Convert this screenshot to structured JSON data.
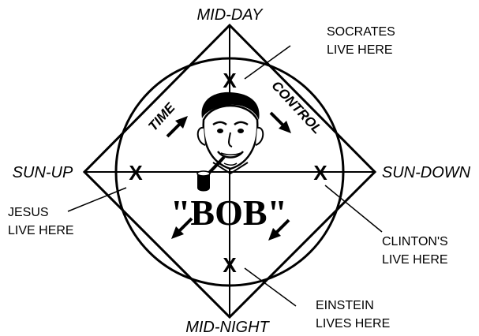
{
  "compass": {
    "top": "MID-DAY",
    "left": "SUN-UP",
    "right": "SUN-DOWN",
    "bottom": "MID-NIGHT"
  },
  "center": {
    "name": "\"BOB\"",
    "left_arc_word": "TIME",
    "right_arc_word": "CONTROL"
  },
  "markers": {
    "top": "X",
    "left": "X",
    "right": "X",
    "bottom": "X"
  },
  "callouts": {
    "socrates": {
      "line1": "SOCRATES",
      "line2": "LIVE HERE"
    },
    "jesus": {
      "line1": "JESUS",
      "line2": "LIVE HERE"
    },
    "clinton": {
      "line1": "CLINTON'S",
      "line2": "LIVE HERE"
    },
    "einstein": {
      "line1": "EINSTEIN",
      "line2": "LIVES HERE"
    }
  },
  "icons": [
    "face-illustration-icon",
    "pipe-icon",
    "arrow-icon"
  ]
}
